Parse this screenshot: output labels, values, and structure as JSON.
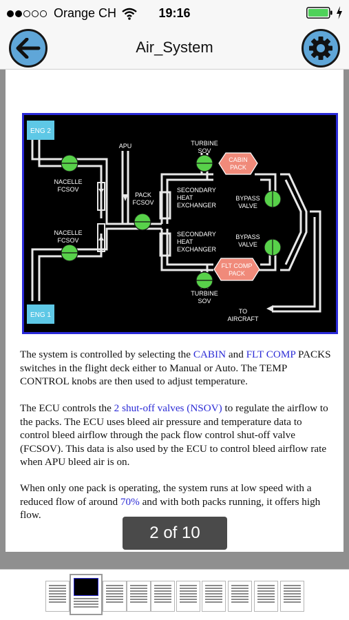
{
  "status_bar": {
    "carrier": "Orange CH",
    "time": "19:16",
    "signal_bars_filled": 2,
    "signal_bars_total": 5
  },
  "nav": {
    "title": "Air_System",
    "back_icon": "arrow-left-icon",
    "settings_icon": "gear-icon"
  },
  "diagram": {
    "labels": {
      "eng2": "ENG 2",
      "eng1": "ENG 1",
      "apu": "APU",
      "turbine_sov_top": [
        "TURBINE",
        "SOV"
      ],
      "turbine_sov_bottom": [
        "TURBINE",
        "SOV"
      ],
      "cabin_pack": [
        "CABIN",
        "PACK"
      ],
      "flt_comp_pack": [
        "FLT COMP",
        "PACK"
      ],
      "nacelle_fcsov_top": [
        "NACELLE",
        "FCSOV"
      ],
      "nacelle_fcsov_bottom": [
        "NACELLE",
        "FCSOV"
      ],
      "pack_fcsov": [
        "PACK",
        "FCSOV"
      ],
      "secondary_hx_top": [
        "SECONDARY",
        "HEAT",
        "EXCHANGER"
      ],
      "secondary_hx_bottom": [
        "SECONDARY",
        "HEAT",
        "EXCHANGER"
      ],
      "bypass_valve_top": [
        "BYPASS",
        "VALVE"
      ],
      "bypass_valve_bottom": [
        "BYPASS",
        "VALVE"
      ],
      "to_aircraft": [
        "TO",
        "AIRCRAFT"
      ]
    },
    "colors": {
      "valve": "#58d14a",
      "pack": "#f08a7a",
      "engine": "#5ec8e6",
      "pipe": "#e8e8e8",
      "frame": "#2a2ad8"
    }
  },
  "paragraphs": {
    "p1": {
      "a": "The system is controlled by selecting the ",
      "link1": "CABIN",
      "b": " and ",
      "link2": "FLT COMP",
      "c": " PACKS switches in the flight deck either to Manual or Auto. The TEMP CONTROL knobs are then used to adjust temperature."
    },
    "p2": {
      "a": "The ECU controls the ",
      "link1": "2 shut-off valves (NSOV)",
      "b": " to regulate the airflow to the packs. The ECU uses bleed air pressure and temperature data to control bleed airflow through the pack flow control shut-off valve (FCSOV). This data is also used by the ECU to control bleed airflow rate when APU bleed air is on."
    },
    "p3": {
      "a": "When only one pack is operating, the system runs at low speed with a reduced flow of around ",
      "link1": "70%",
      "b": " and with both packs running, it offers high flow."
    }
  },
  "pager": {
    "label": "2 of 10",
    "current": 2,
    "total": 10
  },
  "thumbnails": {
    "count": 10,
    "active_index": 1
  }
}
